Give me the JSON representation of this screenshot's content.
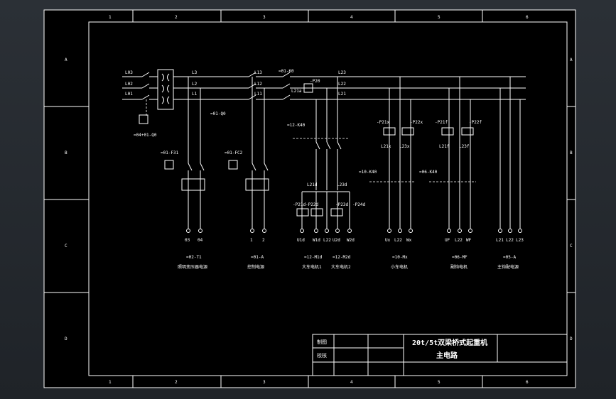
{
  "frame": {
    "col_labels": [
      "1",
      "2",
      "3",
      "4",
      "5",
      "6"
    ],
    "row_labels": [
      "A",
      "B",
      "C",
      "D"
    ]
  },
  "title_block": {
    "drawn_label": "制图",
    "checked_label": "校核",
    "title_line1": "20t/5t双梁桥式起重机",
    "title_line2": "主电路"
  },
  "supply": {
    "phase_labels": [
      "L03",
      "L02",
      "L01"
    ],
    "out_labels": [
      "L3",
      "L2",
      "L1"
    ],
    "device_label": "=04+01-Q0"
  },
  "bus": {
    "labels_mid": [
      "L13",
      "L12",
      "L11"
    ],
    "labels_right": [
      "L23",
      "L22",
      "L21"
    ],
    "device_mid": "=01-Q0",
    "device_top": "=01-K0",
    "device_p": "-P20",
    "device_l": "L21a"
  },
  "groups": [
    {
      "id": "g1",
      "device": "=01-F31",
      "bottom_id": "=02-T1",
      "caption": "照明变压器电源",
      "terminals": [
        "03",
        "04"
      ]
    },
    {
      "id": "g2",
      "device": "=01-FC2",
      "bottom_id": "=01-A",
      "caption": "控制电源",
      "terminals": [
        "1",
        "2"
      ]
    },
    {
      "id": "g3",
      "device": "=12-K40",
      "bottom_id": "=12-M1d",
      "caption": "大车电机1",
      "terminals": [
        "U1d",
        "W1d",
        "L22"
      ]
    },
    {
      "id": "g4",
      "device": "",
      "bottom_id": "=12-M2d",
      "caption": "大车电机2",
      "terminals": [
        "U2d",
        "W2d"
      ]
    },
    {
      "id": "g5",
      "device": "=10-K40",
      "bottom_id": "=10-Mx",
      "caption": "小车电机",
      "terminals": [
        "Ux",
        "L22",
        "Wx"
      ]
    },
    {
      "id": "g6",
      "device": "=06-K40",
      "bottom_id": "=06-MF",
      "caption": "副钩电机",
      "terminals": [
        "UF",
        "L22",
        "WF"
      ]
    },
    {
      "id": "g7",
      "device": "",
      "bottom_id": "=05-A",
      "caption": "主钩配电源",
      "terminals": [
        "L21",
        "L22",
        "L23"
      ]
    }
  ],
  "relays": {
    "g3": [
      "-P21d",
      "-P22d",
      "-P23d",
      "-P24d"
    ],
    "g3_sub": [
      "L21d",
      "L23d"
    ],
    "g5": [
      "-P21x",
      "-P22x"
    ],
    "g5_sub": [
      "L21x",
      "L23x"
    ],
    "g6": [
      "-P21f",
      "-P22f"
    ],
    "g6_sub": [
      "L21f",
      "L23f"
    ]
  }
}
